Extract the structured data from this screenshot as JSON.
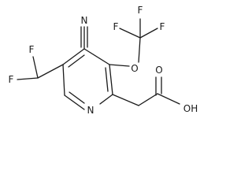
{
  "structure": {
    "atoms": {
      "n_nitrile": "N",
      "n_ring": "N",
      "o_ether": "O",
      "oh": "OH",
      "o_carbonyl": "O",
      "f1_cf3": "F",
      "f2_cf3": "F",
      "f3_cf3": "F",
      "f1_chf2": "F",
      "f2_chf2": "F"
    }
  }
}
